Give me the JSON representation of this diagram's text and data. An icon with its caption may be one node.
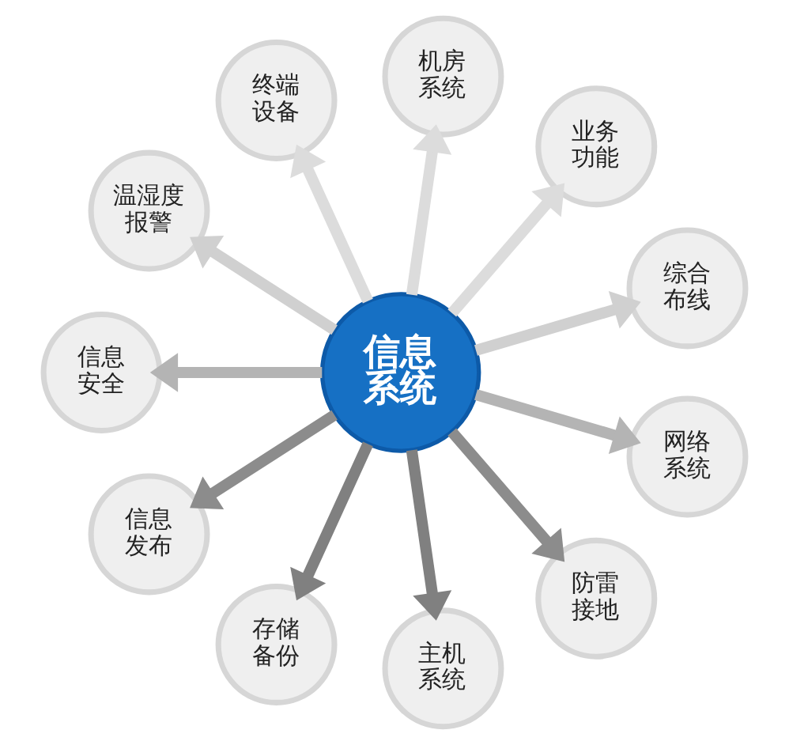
{
  "diagram": {
    "nodes": [
      {
        "text": [
          "信息系统"
        ]
      },
      {
        "text": [
          "机房系统"
        ]
      },
      {
        "text": [
          "业务功能"
        ]
      },
      {
        "text": [
          "综合布线"
        ]
      },
      {
        "text": [
          "网络系统"
        ]
      },
      {
        "text": [
          "防雷接地"
        ]
      },
      {
        "text": [
          "主机系统"
        ]
      },
      {
        "text": [
          "存储备份"
        ]
      },
      {
        "text": [
          "信息发布"
        ]
      },
      {
        "text": [
          "信息安全"
        ]
      },
      {
        "text": [
          "温湿度报警"
        ]
      },
      {
        "text": [
          "终端设备"
        ]
      }
    ],
    "edges": [
      {
        "from": 0,
        "to": 1,
        "arrow": "to",
        "color": "#dcdcdc"
      },
      {
        "from": 0,
        "to": 2,
        "arrow": "to",
        "color": "#dcdcdc"
      },
      {
        "from": 0,
        "to": 3,
        "arrow": "to",
        "color": "#d0d0d0"
      },
      {
        "from": 0,
        "to": 4,
        "arrow": "to",
        "color": "#b4b4b4"
      },
      {
        "from": 0,
        "to": 5,
        "arrow": "to",
        "color": "#8c8c8c"
      },
      {
        "from": 0,
        "to": 6,
        "arrow": "to",
        "color": "#808080"
      },
      {
        "from": 0,
        "to": 7,
        "arrow": "to",
        "color": "#808080"
      },
      {
        "from": 0,
        "to": 8,
        "arrow": "to",
        "color": "#8c8c8c"
      },
      {
        "from": 0,
        "to": 9,
        "arrow": "to",
        "color": "#b4b4b4"
      },
      {
        "from": 0,
        "to": 10,
        "arrow": "to",
        "color": "#d0d0d0"
      },
      {
        "from": 0,
        "to": 11,
        "arrow": "to",
        "color": "#dcdcdc"
      }
    ]
  }
}
